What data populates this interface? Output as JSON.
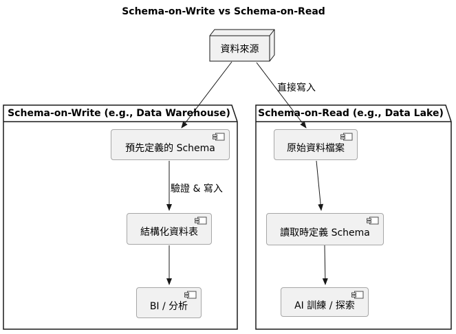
{
  "title": "Schema-on-Write vs Schema-on-Read",
  "source_node": {
    "label": "資料來源"
  },
  "packages": [
    {
      "title": "Schema-on-Write (e.g., Data Warehouse)",
      "components": [
        "預先定義的 Schema",
        "結構化資料表",
        "BI / 分析"
      ]
    },
    {
      "title": "Schema-on-Read (e.g., Data Lake)",
      "components": [
        "原始資料檔案",
        "讀取時定義 Schema",
        "AI 訓練 / 探索"
      ]
    }
  ],
  "edge_labels": {
    "direct_write": "直接寫入",
    "validate_and_write": "驗證 & 寫入"
  },
  "colors": {
    "background": "#FFFFFF",
    "node_fill": "#F1F1F1",
    "component_fill": "#F1F1F1",
    "component_border": "#A6A6A6",
    "package_border": "#181818",
    "arrow": "#181818",
    "text": "#000000"
  }
}
